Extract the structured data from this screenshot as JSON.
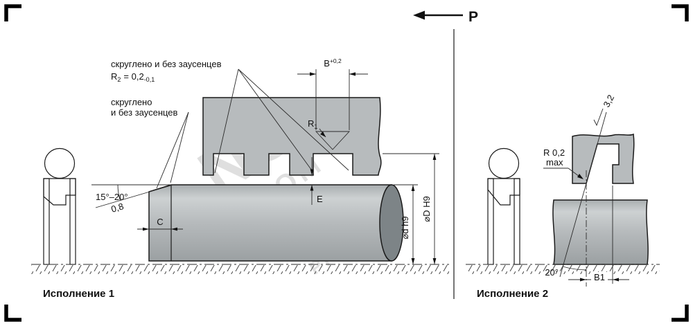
{
  "colors": {
    "line": "#1a1a1a",
    "metal_fill": "#b7bbbd",
    "metal_dark": "#7d8487",
    "watermark": "#5a6165"
  },
  "pressure": {
    "label": "P"
  },
  "watermark": {
    "line1": "NG",
    "line2": "PROM"
  },
  "view1": {
    "caption": "Исполнение 1",
    "note_top": {
      "line1": "скруглено и без заусенцев",
      "r_prefix": "R",
      "r_sub": "2",
      "r_eq": "= 0,2",
      "r_tol": "-0,1"
    },
    "note_bottom": {
      "line1": "скруглено",
      "line2": "и без заусенцев"
    },
    "dim_b": {
      "label": "B",
      "tol": "+0,2"
    },
    "dim_r1": {
      "prefix": "R",
      "sub": "1"
    },
    "dim_e": "E",
    "dim_c": "C",
    "dim_angle": "15°–20°",
    "roughness": "0,8",
    "dim_shaft": "⌀d h9",
    "dim_bore": "⌀D H9"
  },
  "view2": {
    "caption": "Исполнение 2",
    "dim_radius": {
      "label": "R 0,2",
      "qualifier": "max"
    },
    "roughness": "3,2",
    "dim_angle": "20°",
    "dim_b1": "B1"
  }
}
